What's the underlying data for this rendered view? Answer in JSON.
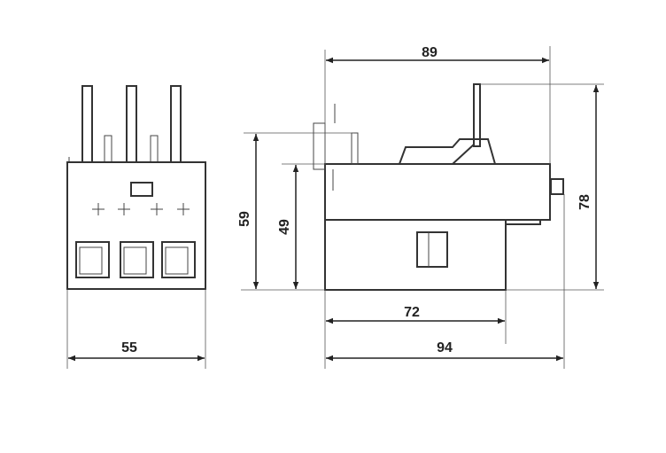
{
  "dimensions": {
    "front_width": "55",
    "side_top_width": "89",
    "side_height_59": "59",
    "side_height_49": "49",
    "side_height_78": "78",
    "side_bottom_72": "72",
    "side_bottom_94": "94"
  },
  "colors": {
    "line": "#333333",
    "background": "#ffffff"
  }
}
